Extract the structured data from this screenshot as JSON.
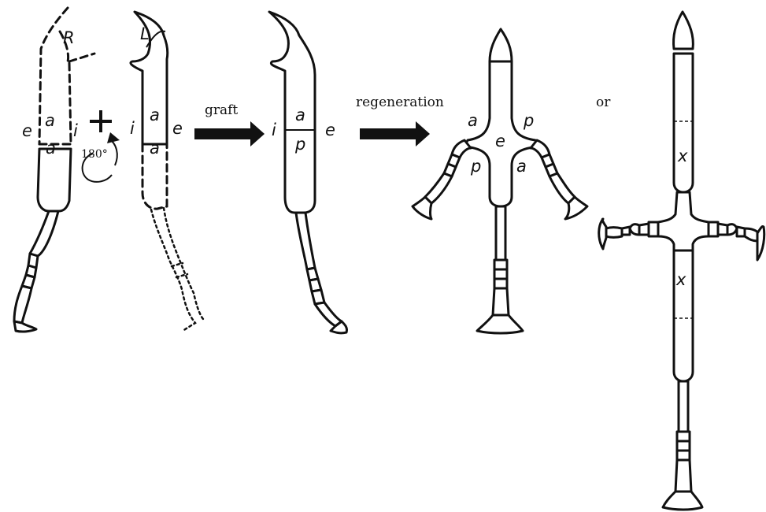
{
  "labels": {
    "right_leg": "R",
    "left_leg": "L",
    "anterior": "a",
    "posterior": "p",
    "external": "e",
    "internal": "i",
    "rotation": "180°",
    "supernumerary": "x"
  },
  "steps": {
    "graft": "graft",
    "regeneration": "regeneration",
    "alternative": "or"
  },
  "colors": {
    "ink": "#111111",
    "background": "#ffffff"
  }
}
